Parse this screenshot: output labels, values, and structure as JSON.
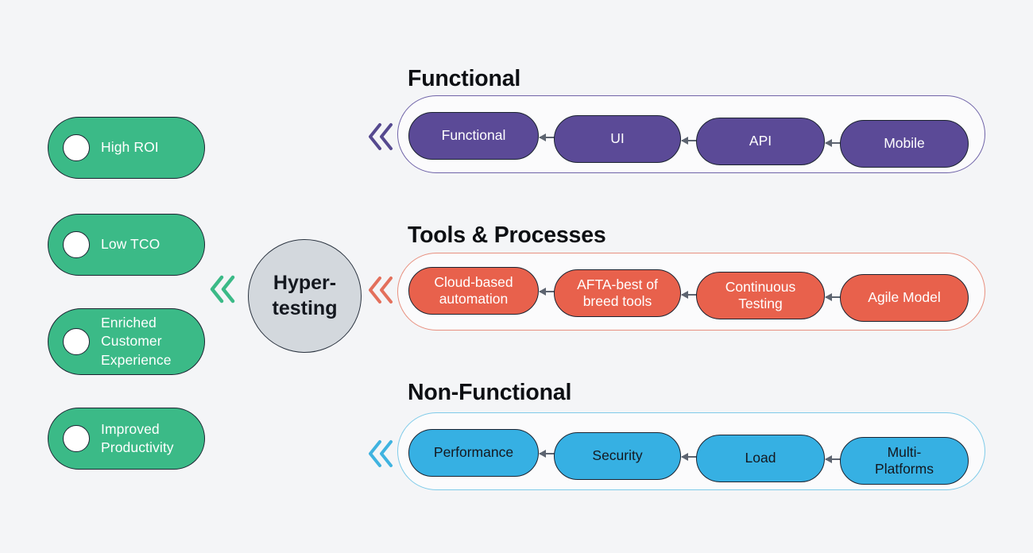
{
  "background_color": "#f4f5f7",
  "hub": {
    "label": "Hyper-\ntesting",
    "fill": "#d3d8dd",
    "border": "#2b3440"
  },
  "benefits": {
    "fill": "#3bba87",
    "text_color": "#ffffff",
    "items": [
      {
        "label": "High ROI"
      },
      {
        "label": "Low TCO"
      },
      {
        "label": "Enriched\nCustomer\nExperience"
      },
      {
        "label": "Improved\nProductivity"
      }
    ]
  },
  "chevrons": [
    {
      "name": "chevron-benefits-to-hub",
      "color": "#3bba87"
    },
    {
      "name": "chevron-hub-to-tools",
      "color": "#e3705c"
    },
    {
      "name": "chevron-functional",
      "color": "#55498f"
    },
    {
      "name": "chevron-nonfunctional",
      "color": "#3fb3e0"
    }
  ],
  "rows": [
    {
      "id": "functional",
      "heading": "Functional",
      "pill_fill": "#5b4a97",
      "pill_text_color": "#ffffff",
      "capsule_border": "#6f63a8",
      "nodes": [
        {
          "label": "Functional"
        },
        {
          "label": "UI"
        },
        {
          "label": "API"
        },
        {
          "label": "Mobile"
        }
      ]
    },
    {
      "id": "tools-and-processes",
      "heading": "Tools & Processes",
      "pill_fill": "#e8614c",
      "pill_text_color": "#ffffff",
      "capsule_border": "#e8907f",
      "nodes": [
        {
          "label": "Cloud-based\nautomation"
        },
        {
          "label": "AFTA-best of\nbreed tools"
        },
        {
          "label": "Continuous\nTesting"
        },
        {
          "label": "Agile Model"
        }
      ]
    },
    {
      "id": "non-functional",
      "heading": "Non-Functional",
      "pill_fill": "#36b0e3",
      "pill_text_color": "#14181f",
      "capsule_border": "#7fcbe9",
      "nodes": [
        {
          "label": "Performance"
        },
        {
          "label": "Security"
        },
        {
          "label": "Load"
        },
        {
          "label": "Multi-\nPlatforms"
        }
      ]
    }
  ]
}
